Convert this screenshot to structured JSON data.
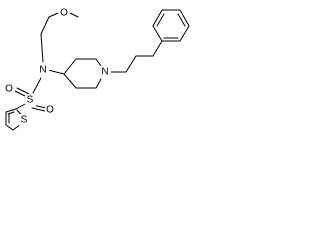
{
  "molecule": {
    "atoms": {
      "o_methoxy": "O",
      "n_sulfonamide": "N",
      "s_sulfonyl": "S",
      "o_sulfonyl_top": "O",
      "o_sulfonyl_bottom": "O",
      "n_piperidine": "N",
      "s_thiophene": "S"
    }
  }
}
